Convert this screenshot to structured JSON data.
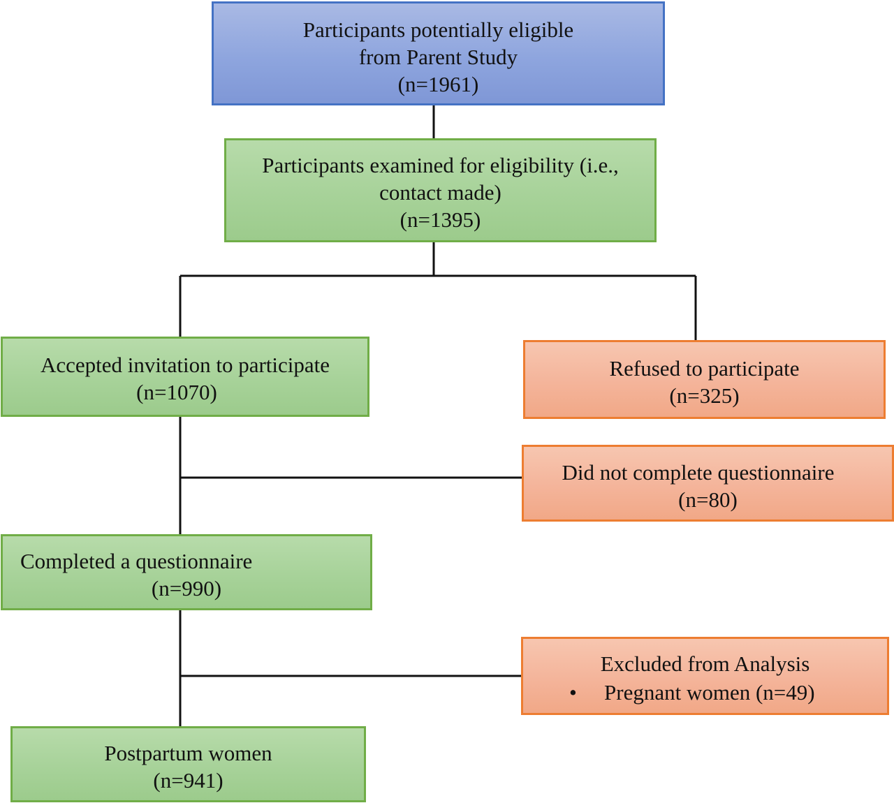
{
  "boxes": {
    "potentially_eligible": {
      "lines": [
        "Participants potentially eligible",
        "from Parent Study"
      ],
      "count": "(n=1961)"
    },
    "examined": {
      "lines": [
        "Participants examined for eligibility (i.e.,",
        "contact made)"
      ],
      "count": "(n=1395)"
    },
    "accepted": {
      "label": "Accepted invitation to participate",
      "count": "(n=1070)"
    },
    "refused": {
      "label": "Refused to participate",
      "count": "(n=325)"
    },
    "did_not_complete": {
      "label": "Did not complete questionnaire",
      "count": "(n=80)"
    },
    "completed": {
      "label": "Completed a questionnaire",
      "count": "(n=990)"
    },
    "excluded": {
      "label": "Excluded from Analysis",
      "bullet_symbol": "•",
      "bullet_item": "Pregnant women (n=49)"
    },
    "postpartum": {
      "label": "Postpartum women",
      "count": "(n=941)"
    }
  },
  "colors": {
    "blue_border": "#4472c4",
    "green_border": "#70ad47",
    "orange_border": "#ed7d31",
    "connector": "#111111"
  }
}
